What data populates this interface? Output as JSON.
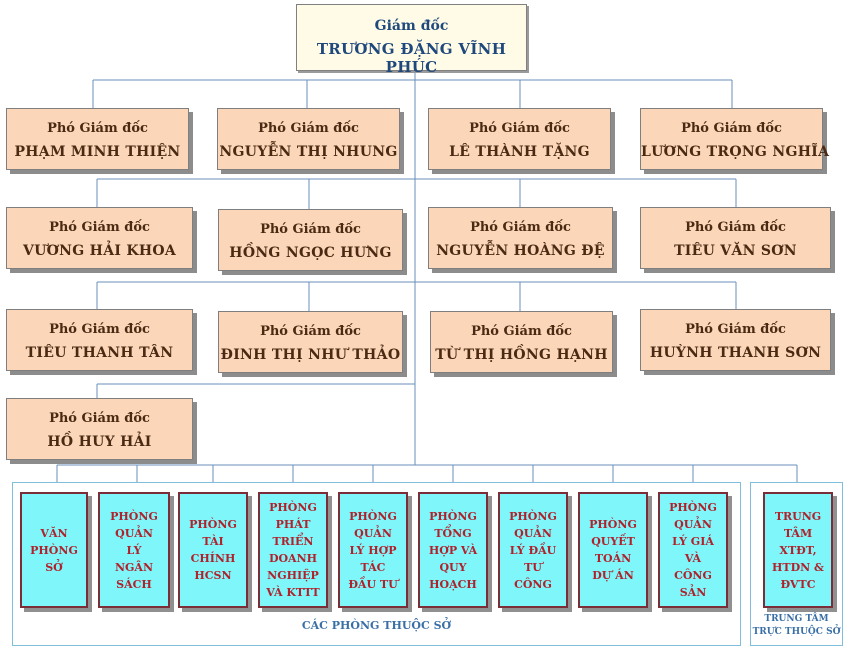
{
  "director": {
    "title": "Giám đốc",
    "name": "TRƯƠNG ĐẶNG VĨNH PHÚC"
  },
  "deputies": [
    {
      "title": "Phó Giám đốc",
      "name": "PHẠM MINH THIỆN"
    },
    {
      "title": "Phó Giám đốc",
      "name": "NGUYỄN THỊ NHUNG"
    },
    {
      "title": "Phó Giám đốc",
      "name": "LÊ THÀNH TẶNG"
    },
    {
      "title": "Phó Giám đốc",
      "name": "LƯƠNG TRỌNG NGHĨA"
    },
    {
      "title": "Phó Giám đốc",
      "name": "VƯƠNG HẢI KHOA"
    },
    {
      "title": "Phó Giám đốc",
      "name": "HỒNG NGỌC HƯNG"
    },
    {
      "title": "Phó Giám đốc",
      "name": "NGUYỄN HOÀNG ĐỆ"
    },
    {
      "title": "Phó Giám đốc",
      "name": "TIÊU VĂN SƠN"
    },
    {
      "title": "Phó Giám đốc",
      "name": "TIÊU THANH TÂN"
    },
    {
      "title": "Phó Giám đốc",
      "name": "ĐINH THỊ NHƯ THẢO"
    },
    {
      "title": "Phó Giám đốc",
      "name": "TỪ THỊ HỒNG HẠNH"
    },
    {
      "title": "Phó Giám đốc",
      "name": "HUỲNH THANH SƠN"
    },
    {
      "title": "Phó Giám đốc",
      "name": "HỒ HUY HẢI"
    }
  ],
  "departments": [
    "VĂN\nPHÒNG\nSỞ",
    "PHÒNG\nQUẢN\nLÝ\nNGÂN\nSÁCH",
    "PHÒNG\nTÀI\nCHÍNH\nHCSN",
    "PHÒNG\nPHÁT\nTRIỂN\nDOANH\nNGHIỆP\nVÀ KTTT",
    "PHÒNG\nQUẢN\nLÝ HỢP\nTÁC\nĐẦU TƯ",
    "PHÒNG\nTỔNG\nHỢP VÀ\nQUY\nHOẠCH",
    "PHÒNG\nQUẢN\nLÝ ĐẦU\nTƯ\nCÔNG",
    "PHÒNG\nQUYẾT\nTOÁN\nDỰ ÁN",
    "PHÒNG\nQUẢN\nLÝ GIÁ\nVÀ\nCÔNG\nSẢN"
  ],
  "center": "TRUNG\nTÂM\nXTĐT,\nHTDN &\nĐVTC",
  "captions": {
    "departments": "CÁC PHÒNG THUỘC SỞ",
    "center_line1": "TRUNG TÂM",
    "center_line2": "TRỰC THUỘC SỞ"
  },
  "colors": {
    "connector": "#6a8fb8",
    "deputy_fill": "#fbd6b8",
    "department_fill": "#7ff6fa",
    "department_text": "#b0212b",
    "caption": "#3a6fa6"
  }
}
